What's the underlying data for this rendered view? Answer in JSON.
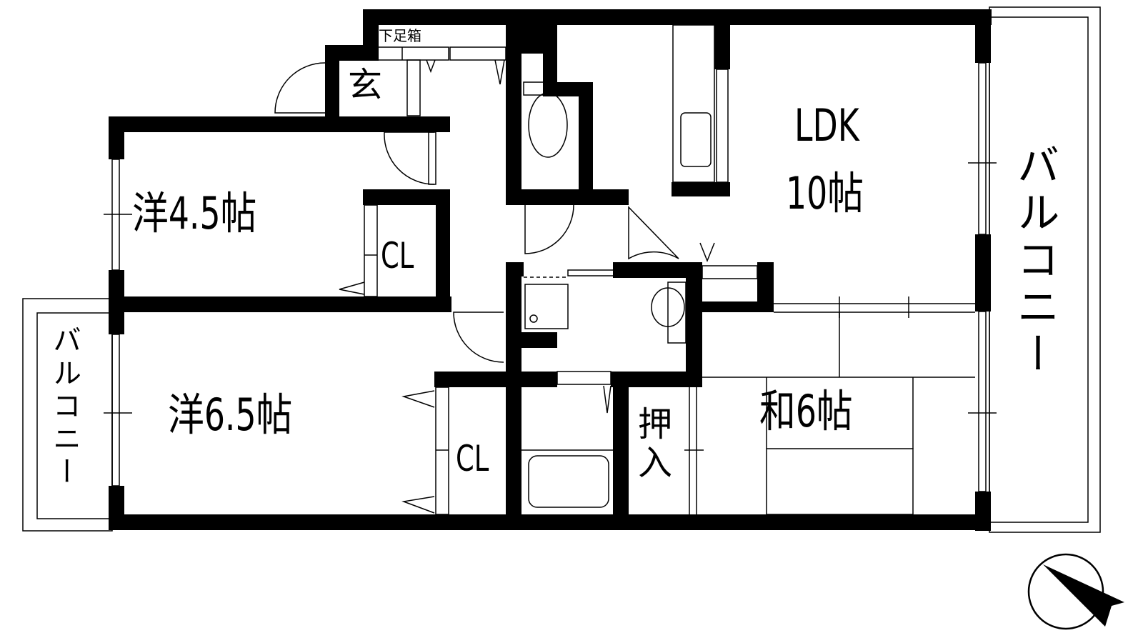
{
  "floor_plan": {
    "rooms": {
      "ldk": {
        "label": "LDK",
        "size": "10帖"
      },
      "western_1": {
        "label": "洋4.5帖"
      },
      "western_2": {
        "label": "洋6.5帖"
      },
      "japanese": {
        "label": "和6帖"
      },
      "closet_1": {
        "label": "CL"
      },
      "closet_2": {
        "label": "CL"
      },
      "oshiire": {
        "label": "押入"
      },
      "entrance": {
        "label": "玄"
      },
      "shoe_box": {
        "label": "下足箱"
      },
      "balcony_east": {
        "label": "バルコニー"
      },
      "balcony_west": {
        "label": "バルコニー"
      }
    },
    "compass": {
      "icon": "north-arrow-icon"
    },
    "colors": {
      "wall": "#000000",
      "background": "#ffffff"
    }
  }
}
